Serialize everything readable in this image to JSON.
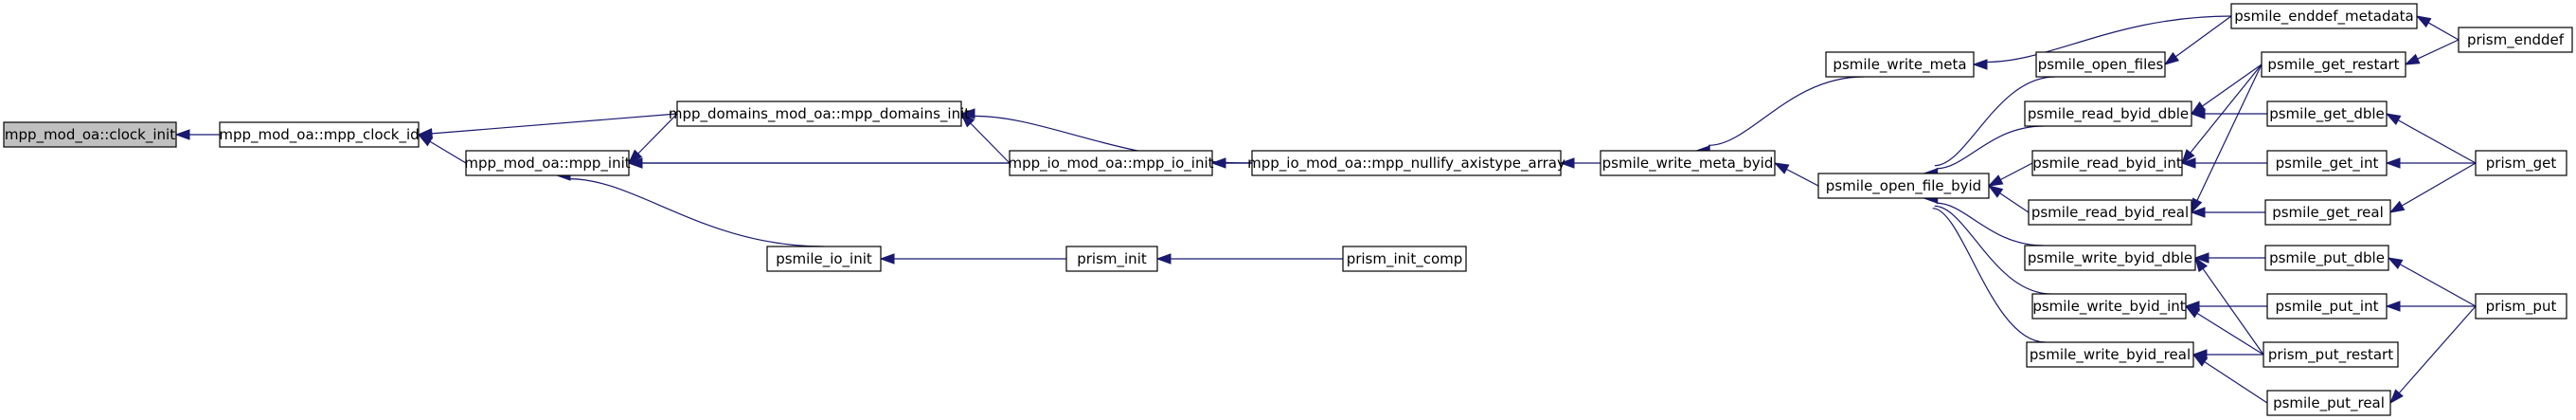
{
  "nodes": {
    "clock_init": "mpp_mod_oa::clock_init",
    "mpp_clock_id": "mpp_mod_oa::mpp_clock_id",
    "mpp_init": "mpp_mod_oa::mpp_init",
    "mpp_domains_init": "mpp_domains_mod_oa::mpp_domains_init",
    "mpp_io_init": "mpp_io_mod_oa::mpp_io_init",
    "psmile_io_init": "psmile_io_init",
    "prism_init": "prism_init",
    "prism_init_comp": "prism_init_comp",
    "mpp_nullify": "mpp_io_mod_oa::mpp_nullify_axistype_array",
    "write_meta_byid": "psmile_write_meta_byid",
    "write_meta": "psmile_write_meta",
    "open_file_byid": "psmile_open_file_byid",
    "open_files": "psmile_open_files",
    "read_dble": "psmile_read_byid_dble",
    "read_int": "psmile_read_byid_int",
    "read_real": "psmile_read_byid_real",
    "write_dble": "psmile_write_byid_dble",
    "write_int": "psmile_write_byid_int",
    "write_real": "psmile_write_byid_real",
    "enddef_metadata": "psmile_enddef_metadata",
    "get_restart": "psmile_get_restart",
    "get_dble": "psmile_get_dble",
    "get_int": "psmile_get_int",
    "get_real": "psmile_get_real",
    "put_dble": "psmile_put_dble",
    "put_int": "psmile_put_int",
    "put_restart": "prism_put_restart",
    "put_real": "psmile_put_real",
    "enddef": "prism_enddef",
    "get": "prism_get",
    "put": "prism_put"
  },
  "current_node": "clock_init",
  "edges": [
    [
      "mpp_clock_id",
      "clock_init"
    ],
    [
      "mpp_domains_init",
      "mpp_clock_id"
    ],
    [
      "mpp_init",
      "mpp_clock_id"
    ],
    [
      "mpp_io_init",
      "mpp_domains_init"
    ],
    [
      "mpp_nullify",
      "mpp_domains_init"
    ],
    [
      "mpp_domains_init",
      "mpp_init"
    ],
    [
      "mpp_io_init",
      "mpp_init"
    ],
    [
      "mpp_nullify",
      "mpp_init"
    ],
    [
      "psmile_io_init",
      "mpp_init"
    ],
    [
      "mpp_nullify",
      "mpp_io_init"
    ],
    [
      "prism_init",
      "psmile_io_init"
    ],
    [
      "prism_init_comp",
      "prism_init"
    ],
    [
      "write_meta_byid",
      "mpp_nullify"
    ],
    [
      "write_meta",
      "write_meta_byid"
    ],
    [
      "open_file_byid",
      "write_meta_byid"
    ],
    [
      "enddef_metadata",
      "write_meta"
    ],
    [
      "open_files",
      "open_file_byid"
    ],
    [
      "read_dble",
      "open_file_byid"
    ],
    [
      "read_int",
      "open_file_byid"
    ],
    [
      "read_real",
      "open_file_byid"
    ],
    [
      "write_dble",
      "open_file_byid"
    ],
    [
      "write_int",
      "open_file_byid"
    ],
    [
      "write_real",
      "open_file_byid"
    ],
    [
      "enddef_metadata",
      "open_files"
    ],
    [
      "enddef",
      "enddef_metadata"
    ],
    [
      "get_restart",
      "read_dble"
    ],
    [
      "get_dble",
      "read_dble"
    ],
    [
      "get_restart",
      "read_int"
    ],
    [
      "get_int",
      "read_int"
    ],
    [
      "get_restart",
      "read_real"
    ],
    [
      "get_real",
      "read_real"
    ],
    [
      "put_dble",
      "write_dble"
    ],
    [
      "put_restart",
      "write_dble"
    ],
    [
      "put_int",
      "write_int"
    ],
    [
      "put_restart",
      "write_int"
    ],
    [
      "put_real",
      "write_real"
    ],
    [
      "put_restart",
      "write_real"
    ],
    [
      "enddef",
      "get_restart"
    ],
    [
      "get",
      "get_dble"
    ],
    [
      "get",
      "get_int"
    ],
    [
      "get",
      "get_real"
    ],
    [
      "put",
      "put_dble"
    ],
    [
      "put",
      "put_int"
    ],
    [
      "put",
      "put_real"
    ]
  ],
  "colors": {
    "edge": "#191970",
    "current_fill": "#c0c0c0"
  }
}
